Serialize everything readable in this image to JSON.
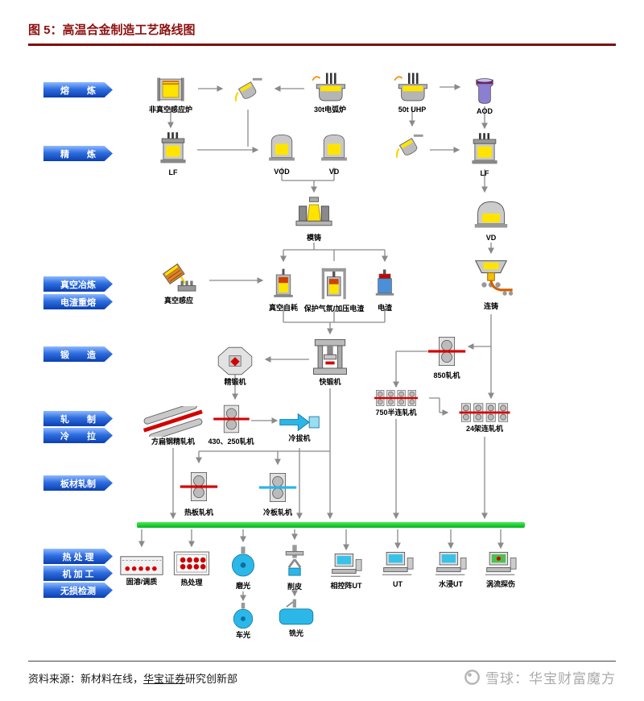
{
  "title": "图 5：高温合金制造工艺路线图",
  "stages": [
    {
      "label": "熔　　炼"
    },
    {
      "label": "精　　炼"
    },
    {
      "label": "真空冶炼"
    },
    {
      "label": "电渣重熔"
    },
    {
      "label": "锻　　造"
    },
    {
      "label": "轧　　制"
    },
    {
      "label": "冷　　拉"
    },
    {
      "label": "板材轧制"
    },
    {
      "label": "热 处 理"
    },
    {
      "label": "机 加 工"
    },
    {
      "label": "无损检测"
    }
  ],
  "nodes": [
    {
      "label": "非真空感应炉"
    },
    {
      "label": "30t电弧炉"
    },
    {
      "label": "50t UHP"
    },
    {
      "label": "AOD"
    },
    {
      "label": "LF"
    },
    {
      "label": "VOD"
    },
    {
      "label": "VD"
    },
    {
      "label": "LF"
    },
    {
      "label": "模铸"
    },
    {
      "label": "VD"
    },
    {
      "label": "真空感应"
    },
    {
      "label": "真空自耗"
    },
    {
      "label": "保护气氛/加压电渣"
    },
    {
      "label": "电渣"
    },
    {
      "label": "连铸"
    },
    {
      "label": "精锻机"
    },
    {
      "label": "快锻机"
    },
    {
      "label": "850轧机"
    },
    {
      "label": "750半连轧机"
    },
    {
      "label": "24架连轧机"
    },
    {
      "label": "方扁钢精轧机"
    },
    {
      "label": "430、250轧机"
    },
    {
      "label": "冷拔机"
    },
    {
      "label": "热板轧机"
    },
    {
      "label": "冷板轧机"
    },
    {
      "label": "固溶/调质"
    },
    {
      "label": "热处理"
    },
    {
      "label": "磨光"
    },
    {
      "label": "削皮"
    },
    {
      "label": "相控阵UT"
    },
    {
      "label": "UT"
    },
    {
      "label": "水浸UT"
    },
    {
      "label": "涡流探伤"
    },
    {
      "label": "车光"
    },
    {
      "label": "铣光"
    }
  ],
  "footer": {
    "source_prefix": "资料来源：新材料在线，",
    "source_link": "华宝证券",
    "source_suffix": "研究创新部",
    "logo_text": "雪球：华宝财富魔方"
  },
  "colors": {
    "accent_red": "#8e1111",
    "banner_blue": "#1e5fd6",
    "flow_green": "#00c832",
    "pass_line_red": "#d40000",
    "cold_line_blue": "#29b6e8",
    "melt_yellow": "#ffe400"
  }
}
